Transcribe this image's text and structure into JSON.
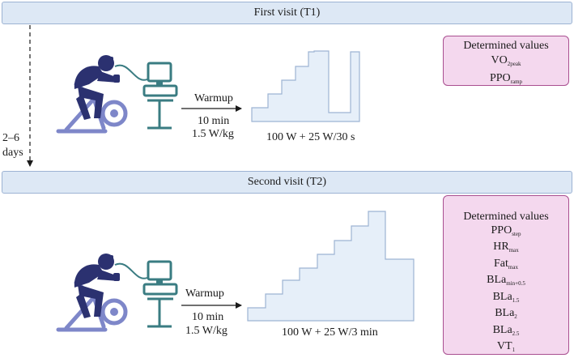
{
  "visit1": {
    "title": "First visit (T1)",
    "warmup": "Warmup",
    "warmup_duration": "10 min",
    "warmup_load": "1.5 W/kg",
    "protocol": "100 W + 25 W/30 s",
    "values": {
      "heading": "Determined values",
      "items": [
        {
          "main": "VO",
          "sub": "2peak"
        },
        {
          "main": "PPO",
          "sub": "ramp"
        }
      ]
    }
  },
  "interval": {
    "range": "2–6",
    "unit": "days"
  },
  "visit2": {
    "title": "Second visit (T2)",
    "warmup": "Warmup",
    "warmup_duration": "10 min",
    "warmup_load": "1.5 W/kg",
    "protocol": "100 W + 25 W/3 min",
    "values": {
      "heading": "Determined values",
      "items": [
        {
          "main": "PPO",
          "sub": "step"
        },
        {
          "main": "HR",
          "sub": "max"
        },
        {
          "main": "Fat",
          "sub": "max"
        },
        {
          "main": "BLa",
          "sub": "min+0.5"
        },
        {
          "main": "BLa",
          "sub": "1.5"
        },
        {
          "main": "BLa",
          "sub": "2"
        },
        {
          "main": "BLa",
          "sub": "2.5"
        },
        {
          "main": "VT",
          "sub": "1"
        }
      ]
    }
  },
  "colors": {
    "bar_fill": "#dde8f5",
    "bar_border": "#9db3d3",
    "values_fill": "#f4d8ee",
    "values_border": "#a94f90",
    "cyclist": "#2b3170",
    "bike": "#7e87c9",
    "equipment": "#3a7c82",
    "step_fill": "#e6eff9",
    "step_border": "#9db3d3"
  }
}
